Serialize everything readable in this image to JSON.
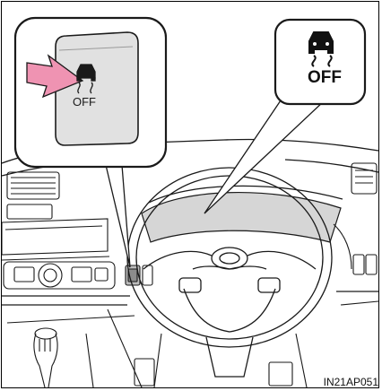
{
  "switch_label": "OFF",
  "callout_label": "OFF",
  "figure_code": "IN21AP051",
  "icon": "traction-control-off-icon",
  "colors": {
    "arrow": "#ef93b2",
    "outline": "#1a1a1a",
    "switch_fill": "#e1e1e1",
    "meter_fill": "#d6d6d6",
    "callout_fill": "#ffffff"
  }
}
